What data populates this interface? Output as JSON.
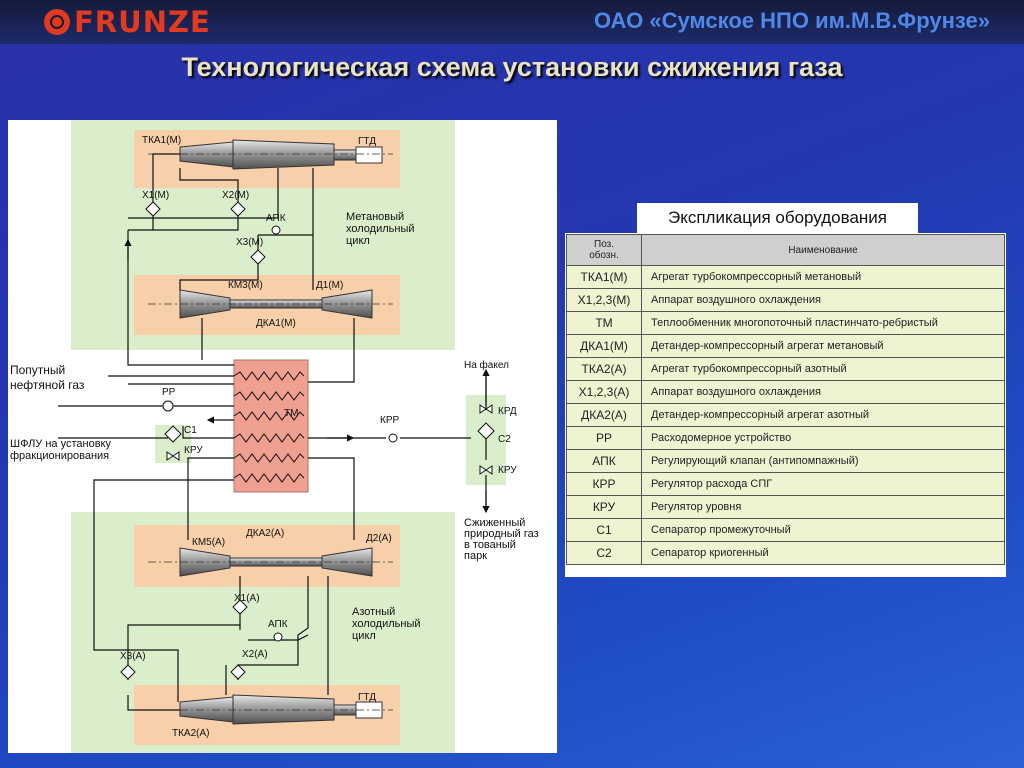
{
  "header": {
    "logo_text": "FRUNZE",
    "company": "ОАО «Сумское НПО им.М.В.Фрунзе»"
  },
  "title": "Технологическая схема установки сжижения газа",
  "diagram": {
    "tka1": "ТКА1(М)",
    "gtd_top": "ГТД",
    "x1m": "Х1(М)",
    "x2m": "Х2(М)",
    "apk_top": "АПК",
    "x3m": "Х3(М)",
    "methane_cycle": "Метановый\nхолодильный\nцикл",
    "km3": "КМ3(М)",
    "d1": "Д1(М)",
    "dka1": "ДКА1(М)",
    "associated_gas": "Попутный\nнефтяной газ",
    "pp": "РР",
    "tm": "ТМ",
    "krr": "КРР",
    "na_fakel": "На факел",
    "krd": "КРД",
    "c2": "С2",
    "c1": "С1",
    "kru_left": "КРУ",
    "kru_right": "КРУ",
    "shflu": "ШФЛУ на установку\nфракционирования",
    "lng": "Сжиженный\nприродный газ\nв тованый\nпарк",
    "km5": "КМ5(А)",
    "dka2": "ДКА2(А)",
    "d2": "Д2(А)",
    "x1a": "Х1(А)",
    "apk_bottom": "АПК",
    "nitrogen_cycle": "Азотный\nхолодильный\nцикл",
    "x3a": "Х3(А)",
    "x2a": "Х2(А)",
    "gtd_bottom": "ГТД",
    "tka2": "ТКА2(А)"
  },
  "explication": {
    "heading": "Экспликация оборудования",
    "col_code": "Поз.\nобозн.",
    "col_name": "Наименование",
    "rows": [
      {
        "code": "ТКА1(М)",
        "name": "Агрегат турбокомпрессорный метановый"
      },
      {
        "code": "Х1,2,3(М)",
        "name": "Аппарат воздушного охлаждения"
      },
      {
        "code": "ТМ",
        "name": "Теплообменник многопоточный пластинчато-ребристый"
      },
      {
        "code": "ДКА1(М)",
        "name": "Детандер-компрессорный агрегат метановый"
      },
      {
        "code": "ТКА2(А)",
        "name": "Агрегат турбокомпрессорный азотный"
      },
      {
        "code": "Х1,2,3(А)",
        "name": "Аппарат воздушного охлаждения"
      },
      {
        "code": "ДКА2(А)",
        "name": "Детандер-компрессорный агрегат азотный"
      },
      {
        "code": "РР",
        "name": "Расходомерное устройство"
      },
      {
        "code": "АПК",
        "name": "Регулирующий клапан (антипомпажный)"
      },
      {
        "code": "КРР",
        "name": "Регулятор расхода СПГ"
      },
      {
        "code": "КРУ",
        "name": "Регулятор уровня"
      },
      {
        "code": "С1",
        "name": "Сепаратор промежуточный"
      },
      {
        "code": "С2",
        "name": "Сепаратор криогенный"
      }
    ]
  },
  "colors": {
    "zone_green": "#dbeecb",
    "zone_orange": "#f7cfa8",
    "heat_exchanger": "#f0a090",
    "logo_red": "#e23a1e"
  }
}
